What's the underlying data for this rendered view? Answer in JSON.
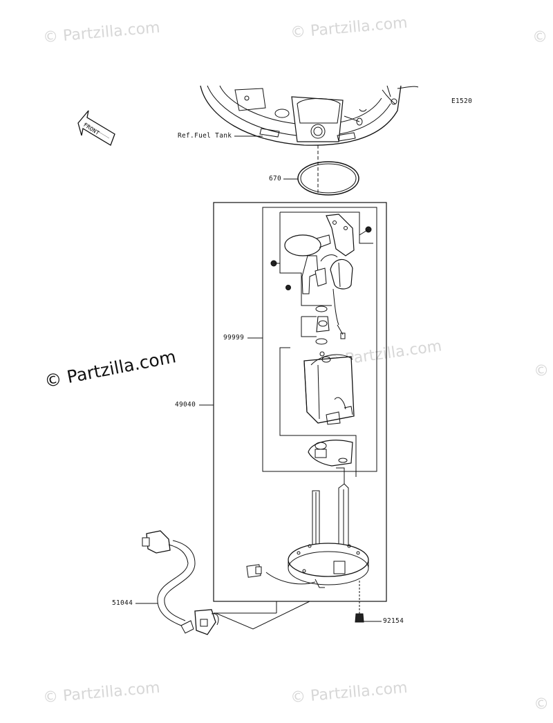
{
  "watermark": {
    "text": "© Partzilla.com",
    "main_text": "© Partzilla.com"
  },
  "diagram": {
    "code": "E1520",
    "ref_label": "Ref.Fuel Tank",
    "front_arrow_text": "FRONT",
    "callouts": {
      "oring": "670",
      "pump_inner": "99999",
      "pump_assy": "49040",
      "harness": "51044",
      "bolt": "92154"
    }
  }
}
